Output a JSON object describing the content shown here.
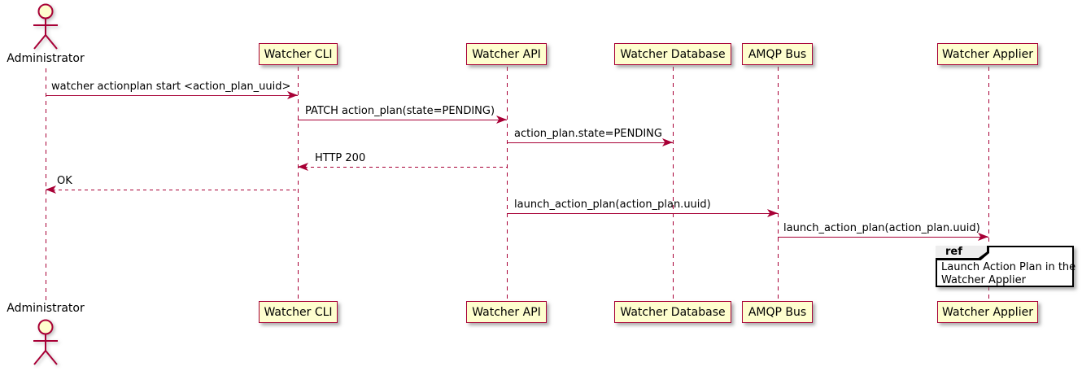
{
  "diagram": {
    "type": "uml-sequence-diagram",
    "actor": {
      "label": "Administrator"
    },
    "participants": [
      {
        "label": "Watcher CLI"
      },
      {
        "label": "Watcher API"
      },
      {
        "label": "Watcher Database"
      },
      {
        "label": "AMQP Bus"
      },
      {
        "label": "Watcher Applier"
      }
    ],
    "messages": [
      {
        "from": "Administrator",
        "to": "Watcher CLI",
        "label": "watcher actionplan start <action_plan_uuid>",
        "line": "solid",
        "direction": "right"
      },
      {
        "from": "Watcher CLI",
        "to": "Watcher API",
        "label": "PATCH action_plan(state=PENDING)",
        "line": "solid",
        "direction": "right"
      },
      {
        "from": "Watcher API",
        "to": "Watcher Database",
        "label": "action_plan.state=PENDING",
        "line": "solid",
        "direction": "right"
      },
      {
        "from": "Watcher API",
        "to": "Watcher CLI",
        "label": "HTTP 200",
        "line": "dashed",
        "direction": "left"
      },
      {
        "from": "Watcher CLI",
        "to": "Administrator",
        "label": "OK",
        "line": "dashed",
        "direction": "left"
      },
      {
        "from": "Watcher API",
        "to": "AMQP Bus",
        "label": "launch_action_plan(action_plan.uuid)",
        "line": "solid",
        "direction": "right"
      },
      {
        "from": "AMQP Bus",
        "to": "Watcher Applier",
        "label": "launch_action_plan(action_plan.uuid)",
        "line": "solid",
        "direction": "right"
      }
    ],
    "ref": {
      "keyword": "ref",
      "line1": "Launch Action Plan in the",
      "line2": "Watcher Applier"
    },
    "colors": {
      "participant_fill": "#FEFECE",
      "participant_border": "#A80036",
      "arrow": "#A80036",
      "lifeline": "#A80036",
      "text": "#000000",
      "ref_border": "#000000",
      "ref_header_fill": "#EEEEEE"
    }
  }
}
